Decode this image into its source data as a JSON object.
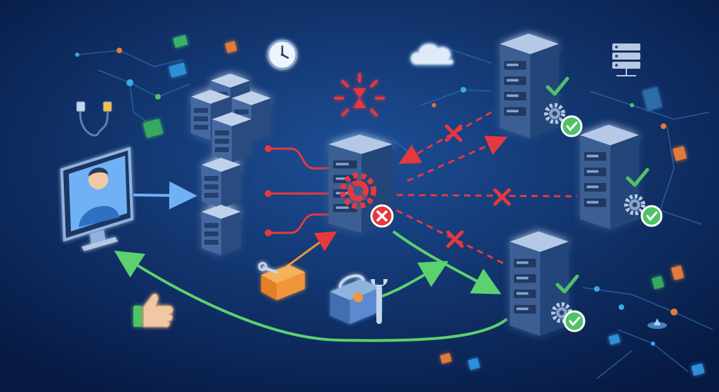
{
  "palette": {
    "bg_center": "#1d4f97",
    "bg_edge": "#071a44",
    "server_front": "#3a5e93",
    "server_top": "#b5c9e6",
    "server_side": "#24457a",
    "glow": "#54b6ff",
    "fail_red": "#e5393f",
    "ok_green": "#4fc266",
    "route_green": "#5bd16f",
    "user_blue": "#6fb1f5",
    "tool_orange": "#f1953a"
  },
  "icons": {
    "user": "user-monitor-icon",
    "failed_server": "failed-server-icon",
    "hourglass": "hourglass-alert-icon",
    "clock": "clock-icon",
    "cloud": "cloud-icon",
    "toolbox": "toolbox-icon",
    "thumbs_up": "thumbs-up-icon",
    "cable": "network-cable-icon",
    "rack": "rack-server-icon"
  },
  "diagram": {
    "nodes": [
      {
        "id": "user",
        "name": "user-workstation-node",
        "role": "client"
      },
      {
        "id": "cluster",
        "name": "server-cluster-node",
        "role": "source-cluster"
      },
      {
        "id": "failed",
        "name": "failed-server-node",
        "role": "failed",
        "status": "error"
      },
      {
        "id": "ok1",
        "name": "healthy-server-top-node",
        "role": "healthy",
        "status": "ok"
      },
      {
        "id": "ok2",
        "name": "healthy-server-middle-node",
        "role": "healthy",
        "status": "ok"
      },
      {
        "id": "ok3",
        "name": "healthy-server-bottom-node",
        "role": "healthy",
        "status": "ok"
      }
    ],
    "links": [
      {
        "from": "user",
        "to": "cluster",
        "kind": "request"
      },
      {
        "from": "cluster",
        "to": "failed",
        "kind": "request"
      },
      {
        "from": "failed",
        "to": "ok1",
        "kind": "blocked"
      },
      {
        "from": "failed",
        "to": "ok2",
        "kind": "blocked"
      },
      {
        "from": "failed",
        "to": "ok3",
        "kind": "blocked"
      },
      {
        "from": "failed",
        "to": "ok3",
        "kind": "failover"
      },
      {
        "from": "ok3",
        "to": "user",
        "kind": "response"
      }
    ]
  }
}
